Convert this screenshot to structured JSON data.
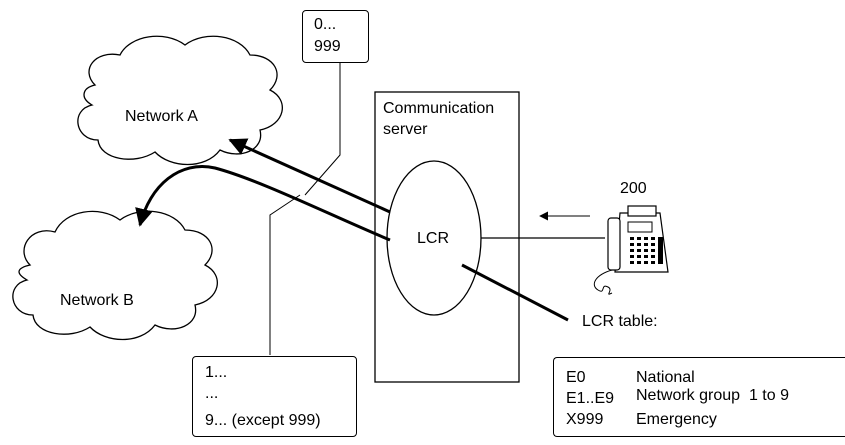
{
  "network_a": {
    "label": "Network A"
  },
  "network_b": {
    "label": "Network B"
  },
  "server": {
    "label_line1": "Communication",
    "label_line2": "server"
  },
  "lcr": {
    "label": "LCR"
  },
  "phone": {
    "extension": "200",
    "icon": "desk-telephone-icon"
  },
  "box_top": {
    "line1": "0...",
    "line2": "999"
  },
  "box_left": {
    "line1": "1...",
    "line2": "...",
    "line3": "9... (except 999)"
  },
  "lcr_table": {
    "label": "LCR table:",
    "rows": [
      {
        "code": "E0",
        "desc": "National"
      },
      {
        "code": "E1..E9",
        "desc": "Network group  1 to 9"
      },
      {
        "code": "X999",
        "desc": "Emergency"
      }
    ]
  }
}
